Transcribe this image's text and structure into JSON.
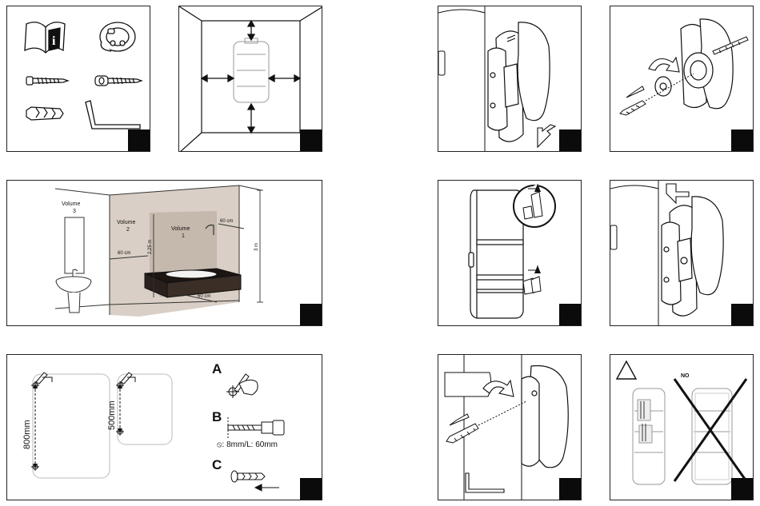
{
  "zones": {
    "volume3_word": "Volume",
    "volume3_num": "3",
    "volume2_word": "Volume",
    "volume2_num": "2",
    "volume1_word": "Volume",
    "volume1_num": "1",
    "dist_60cm_a": "60 cm",
    "dist_60cm_b": "60 cm",
    "dist_60cm_c": "60 cm",
    "height_225": "2,25 m",
    "height_3m": "3 m"
  },
  "mounting": {
    "dim_800": "800mm",
    "dim_500": "500mm",
    "step_a": "A",
    "step_b": "B",
    "step_c": "C",
    "drill_spec": "⦸: 8mm/L: 60mm"
  },
  "warning": {
    "no_label": "NO"
  }
}
